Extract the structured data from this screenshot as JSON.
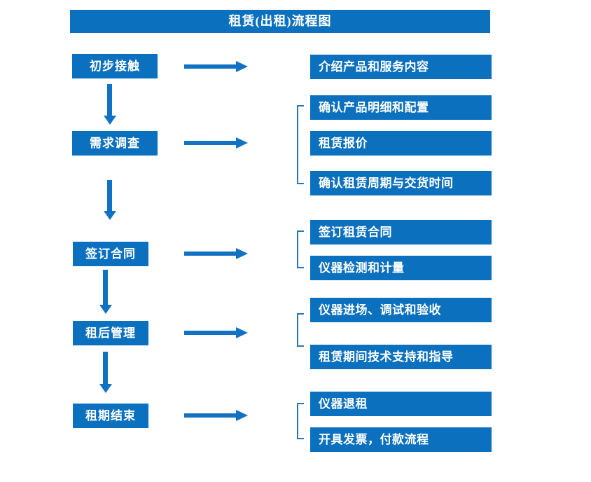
{
  "title": "租赁(出租)流程图",
  "colors": {
    "primary": "#0B70BE",
    "arrow": "#1171C2",
    "bracket": "#2E75B6",
    "box_text": "#FFFFFF",
    "background": "#FFFFFF"
  },
  "stages": [
    {
      "label": "初步接触",
      "outputs": [
        "介绍产品和服务内容"
      ]
    },
    {
      "label": "需求调查",
      "outputs": [
        "确认产品明细和配置",
        "租赁报价",
        "确认租赁周期与交货时间"
      ]
    },
    {
      "label": "签订合同",
      "outputs": [
        "签订租赁合同",
        "仪器检测和计量"
      ]
    },
    {
      "label": "租后管理",
      "outputs": [
        "仪器进场、调试和验收",
        "租赁期间技术支持和指导"
      ]
    },
    {
      "label": "租期结束",
      "outputs": [
        "仪器退租",
        "开具发票，付款流程"
      ]
    }
  ]
}
